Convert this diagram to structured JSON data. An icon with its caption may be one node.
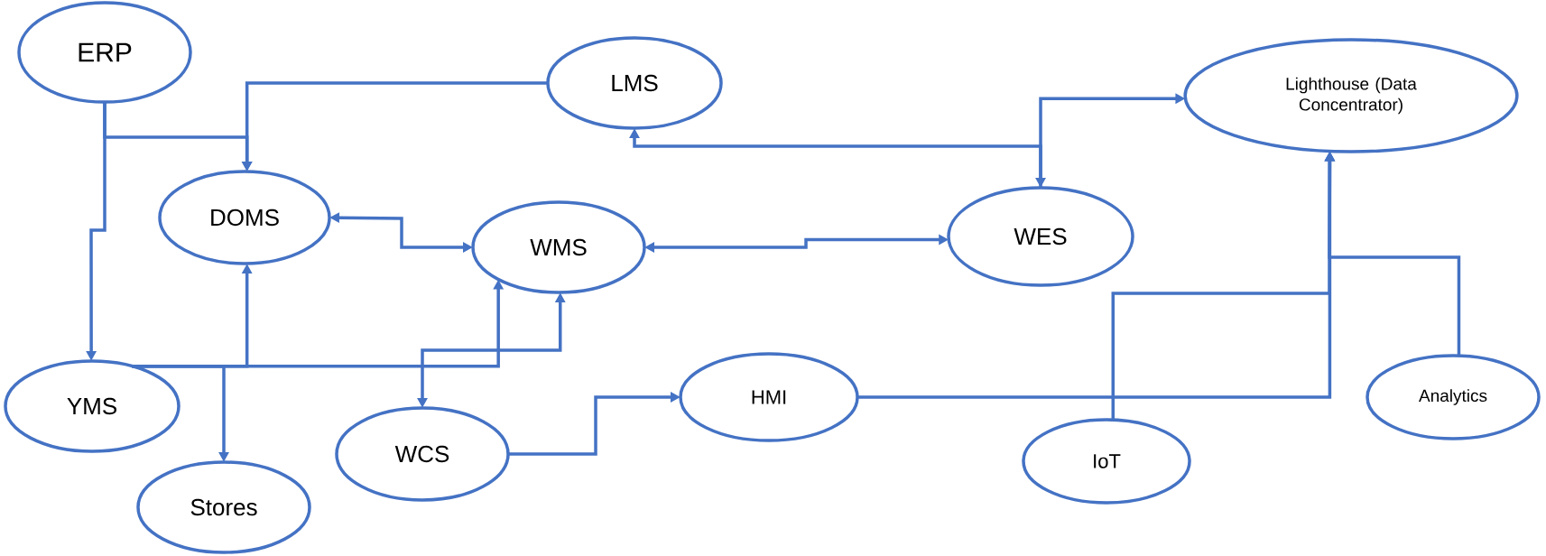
{
  "diagram": {
    "nodes": [
      {
        "text": [
          "ERP"
        ]
      },
      {
        "text": [
          "LMS"
        ]
      },
      {
        "text": [
          "Lighthouse (Data Concentrator)"
        ]
      },
      {
        "text": [
          "DOMS"
        ]
      },
      {
        "text": [
          "WMS"
        ]
      },
      {
        "text": [
          "WES"
        ]
      },
      {
        "text": [
          "YMS"
        ]
      },
      {
        "text": [
          "WCS"
        ]
      },
      {
        "text": [
          "HMI"
        ]
      },
      {
        "text": [
          "Analytics"
        ]
      },
      {
        "text": [
          "IoT"
        ]
      },
      {
        "text": [
          "Stores"
        ]
      }
    ],
    "edges": [
      {
        "from": 0,
        "to": 3,
        "arrow": "to"
      },
      {
        "from": 0,
        "to": 6,
        "arrow": "to"
      },
      {
        "from": 1,
        "to": 3,
        "arrow": "to"
      },
      {
        "from": 3,
        "to": 4,
        "arrow": "both"
      },
      {
        "from": 4,
        "to": 5,
        "arrow": "both"
      },
      {
        "from": 1,
        "to": 5,
        "arrow": "both"
      },
      {
        "from": 5,
        "to": 2,
        "arrow": "to"
      },
      {
        "from": 6,
        "to": 3,
        "arrow": "to"
      },
      {
        "from": 6,
        "to": 11,
        "arrow": "to"
      },
      {
        "from": 6,
        "to": 4,
        "arrow": "to"
      },
      {
        "from": 4,
        "to": 7,
        "arrow": "both"
      },
      {
        "from": 7,
        "to": 8,
        "arrow": "to"
      },
      {
        "from": 8,
        "to": 2,
        "arrow": "to"
      },
      {
        "from": 10,
        "to": 2,
        "arrow": "to"
      },
      {
        "from": 9,
        "to": 2,
        "arrow": "to"
      }
    ]
  }
}
